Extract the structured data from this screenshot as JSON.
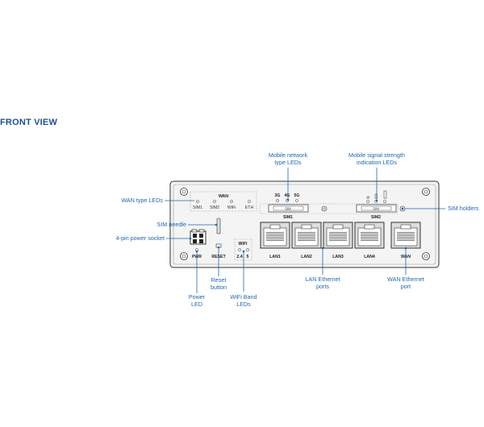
{
  "section_title": "FRONT VIEW",
  "callouts": {
    "mobile_network_leds": [
      "Mobile network",
      "type LEDs"
    ],
    "mobile_signal_leds": [
      "Mobile signal strength",
      "indication LEDs"
    ],
    "wan_type_leds": "WAN type LEDs",
    "sim_holders": "SIM holders",
    "sim_needle": "SIM needle",
    "power_socket": "4-pin power socket",
    "reset_button": [
      "Reset",
      "button"
    ],
    "power_led": [
      "Power",
      "LED"
    ],
    "wifi_band_leds": [
      "WiFi Band",
      "LEDs"
    ],
    "lan_ports": [
      "LAN Ethernet",
      "ports"
    ],
    "wan_port": [
      "WAN Ethernet",
      "port"
    ]
  },
  "device_labels": {
    "wan_group": "WAN",
    "wan_leds": [
      "SIM1",
      "SIM2",
      "WiFi",
      "ETH"
    ],
    "network_types": [
      "3G",
      "4G",
      "5G"
    ],
    "sim_slot_text": "SIM",
    "sim1": "SIM1",
    "sim2": "SIM2",
    "pwr": "PWR",
    "reset": "RESET",
    "wifi_group": "WIFI",
    "wifi_bands": [
      "2.4",
      "5"
    ],
    "lan_ports": [
      "LAN1",
      "LAN2",
      "LAN3",
      "LAN4"
    ],
    "wan_port": "WAN"
  },
  "colors": {
    "callout_text": "#1f66b0",
    "heading": "#1d4f91",
    "device_fill": "#f4f4f4",
    "device_stroke": "#333333"
  }
}
